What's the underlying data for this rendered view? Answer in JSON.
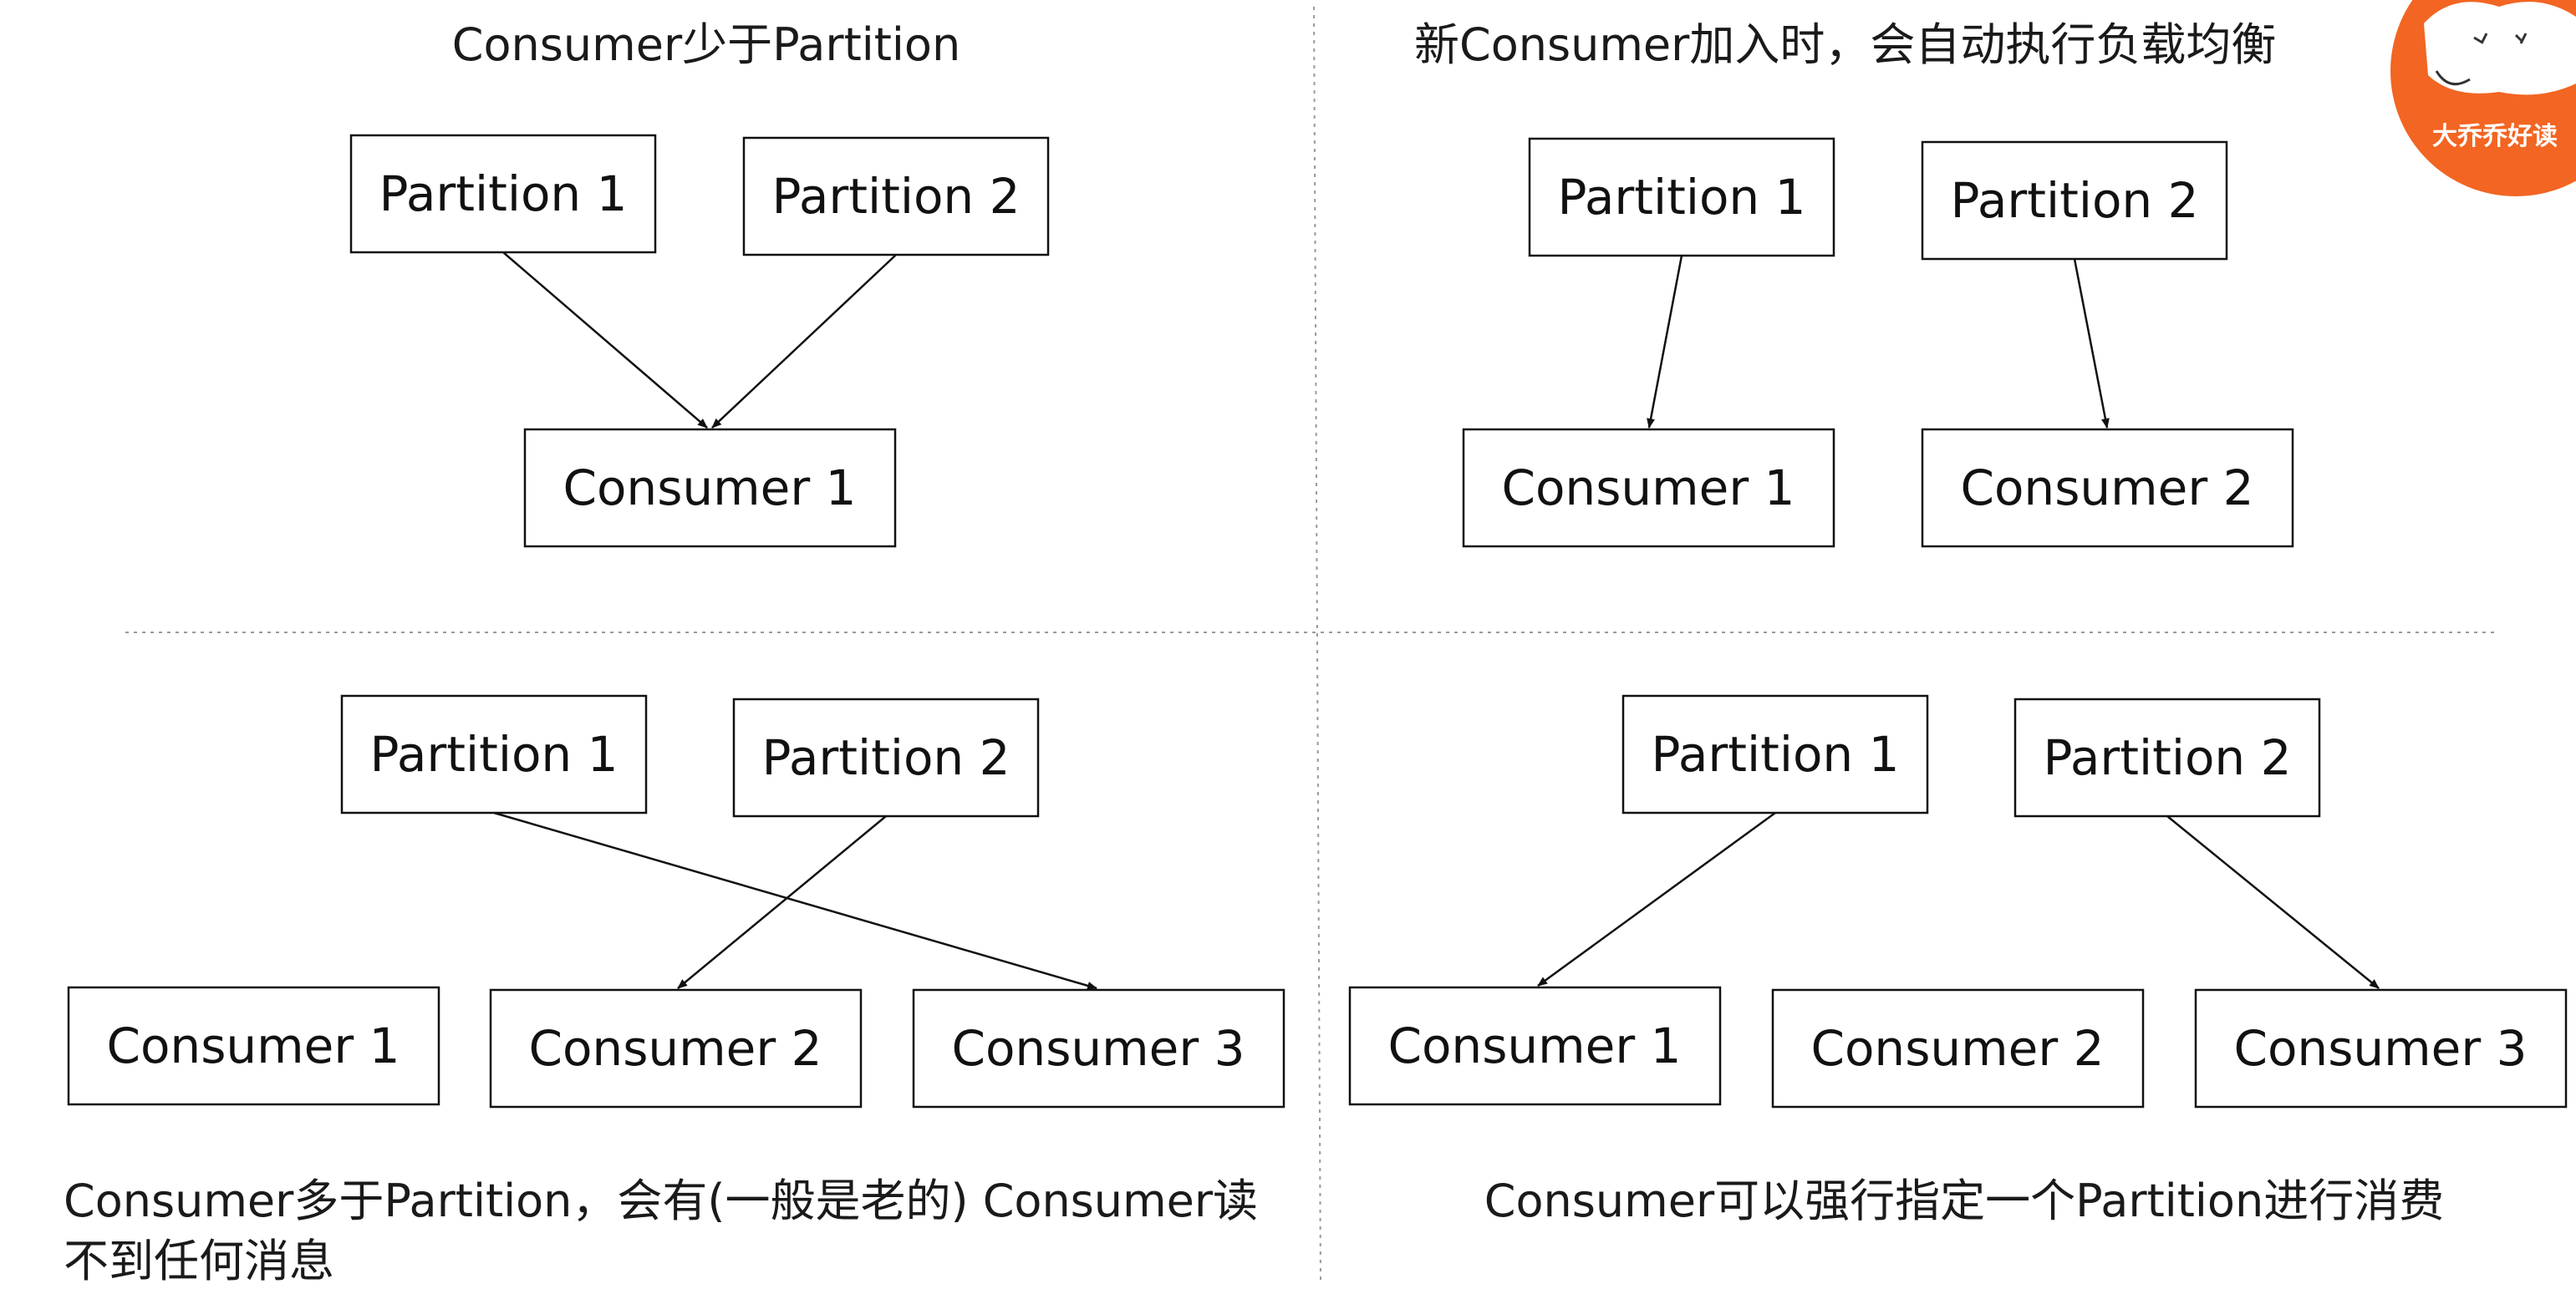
{
  "quadrants": {
    "top_left": {
      "caption": "Consumer少于Partition",
      "partitions": [
        "Partition 1",
        "Partition 2"
      ],
      "consumers": [
        "Consumer 1"
      ]
    },
    "top_right": {
      "caption": "新Consumer加入时，会自动执行负载均衡",
      "partitions": [
        "Partition 1",
        "Partition 2"
      ],
      "consumers": [
        "Consumer 1",
        "Consumer 2"
      ]
    },
    "bottom_left": {
      "caption_line1": "Consumer多于Partition，会有(一般是老的) Consumer读",
      "caption_line2": "不到任何消息",
      "partitions": [
        "Partition 1",
        "Partition 2"
      ],
      "consumers": [
        "Consumer 1",
        "Consumer 2",
        "Consumer 3"
      ]
    },
    "bottom_right": {
      "caption": "Consumer可以强行指定一个Partition进行消费",
      "partitions": [
        "Partition 1",
        "Partition 2"
      ],
      "consumers": [
        "Consumer 1",
        "Consumer 2",
        "Consumer 3"
      ]
    }
  },
  "logo": {
    "text": "大乔乔好读",
    "color": "#f26522"
  }
}
